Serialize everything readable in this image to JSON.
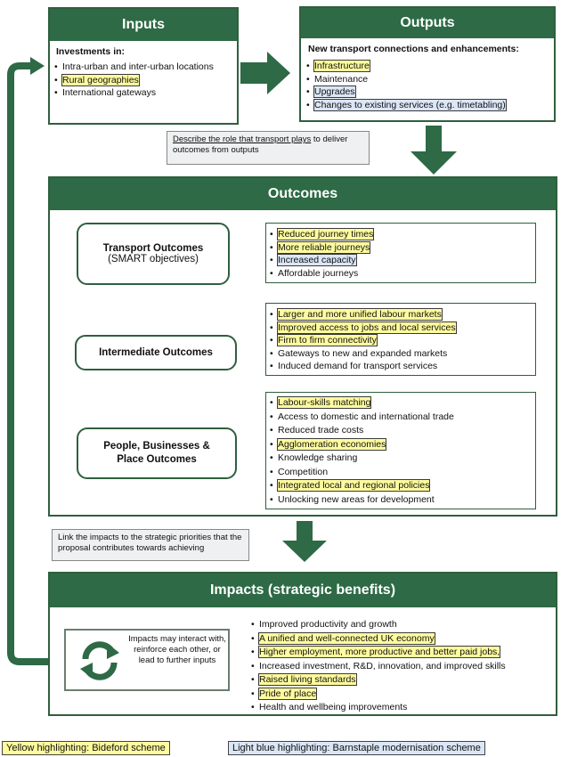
{
  "inputs": {
    "title": "Inputs",
    "heading": "Investments in:",
    "items": [
      "Intra-urban and inter-urban locations",
      "Rural geographies",
      "International gateways"
    ]
  },
  "outputs": {
    "title": "Outputs",
    "heading": "New transport connections and enhancements:",
    "items": [
      "Infrastructure",
      "Maintenance",
      "Upgrades",
      "Changes to existing services (e.g. timetabling)"
    ]
  },
  "note_role": {
    "link": "Describe the role that transport plays",
    "text": " to deliver outcomes from outputs"
  },
  "outcomes": {
    "title": "Outcomes",
    "transport": {
      "label": "Transport Outcomes",
      "sub": "(SMART objectives)",
      "items": [
        "Reduced journey times",
        "More reliable journeys",
        "Increased capacity",
        "Affordable journeys"
      ]
    },
    "intermediate": {
      "label": "Intermediate Outcomes",
      "items": [
        "Larger and more unified labour markets",
        "Improved access to jobs and local services",
        "Firm to firm connectivity",
        "Gateways to new and expanded markets",
        "Induced demand for transport services"
      ]
    },
    "people": {
      "label": "People, Businesses & Place Outcomes",
      "items": [
        "Labour-skills matching",
        "Access to domestic and international trade",
        "Reduced trade costs",
        "Agglomeration economies",
        "Knowledge sharing",
        "Competition",
        "Integrated local and regional policies",
        "Unlocking new areas for development"
      ]
    }
  },
  "note_link": {
    "text": "Link the impacts to the strategic priorities that the proposal contributes towards achieving"
  },
  "impacts": {
    "title": "Impacts (strategic benefits)",
    "cycle_text": "Impacts may interact with, reinforce each other, or lead to further inputs",
    "items": [
      "Improved productivity and growth",
      "A unified and well-connected UK economy",
      "Higher employment, more productive and better paid jobs,",
      "Increased investment, R&D, innovation, and improved skills",
      "Raised living standards",
      "Pride of place",
      "Health and wellbeing improvements"
    ]
  },
  "legend": {
    "yellow": "Yellow highlighting: Bideford scheme",
    "blue": "Light blue highlighting: Barnstaple modernisation scheme"
  },
  "colors": {
    "header": "#2d6a45",
    "arrow": "#2d6a45",
    "yellow": "#fffc9e",
    "blue": "#dbe6f6"
  }
}
